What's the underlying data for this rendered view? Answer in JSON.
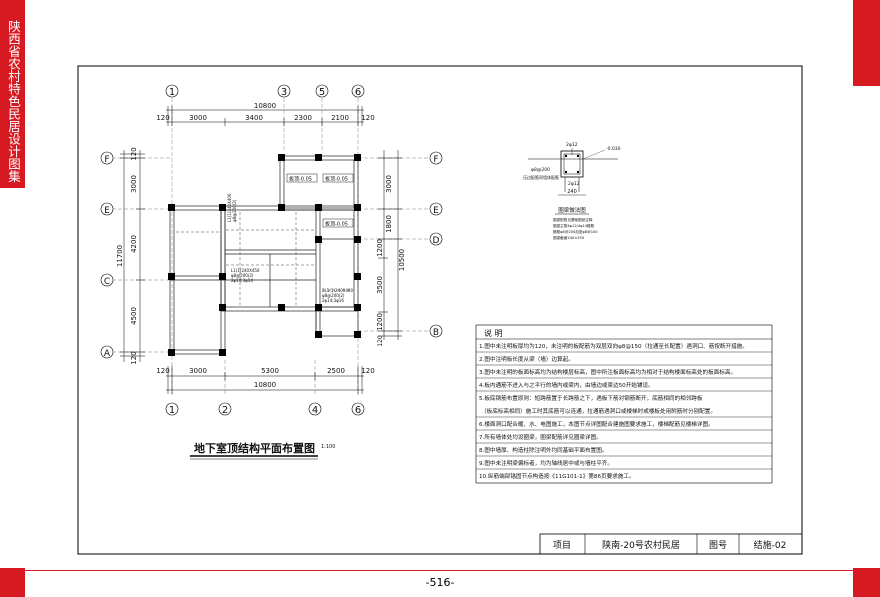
{
  "side_tab": {
    "text": "陕西省农村特色民居设计图集"
  },
  "page_number": "-516-",
  "grid": {
    "top_axes": [
      "1",
      "3",
      "5",
      "6"
    ],
    "bottom_axes": [
      "1",
      "2",
      "4",
      "6"
    ],
    "left_axes": [
      "F",
      "E",
      "C",
      "A"
    ],
    "right_axes": [
      "F",
      "E",
      "D",
      "B"
    ],
    "top_total": "10800",
    "top_dims": [
      "120",
      "3000",
      "3400",
      "2300",
      "2100",
      "120"
    ],
    "bottom_total": "10800",
    "bottom_dims": [
      "120",
      "3000",
      "5300",
      "2500",
      "120"
    ],
    "left_total": "11700",
    "left_dims": [
      "120",
      "3000",
      "4200",
      "4500",
      "120"
    ],
    "right_total": "10500",
    "right_dims": [
      "3000",
      "1800",
      "1200",
      "3500",
      "1200",
      "120"
    ]
  },
  "plan": {
    "title": "地下室顶结构平面布置图",
    "scale": "1:100",
    "slab_labels": [
      "板顶-0.05",
      "板顶-0.05",
      "板顶-0.05"
    ],
    "beam_note_1": [
      "L1(1)240X400",
      "φ8@200(2)",
      "2φ12;2φ14",
      "N2φ12"
    ],
    "beam_note_2": [
      "L1(1)240X450",
      "φ8@200(2)",
      "2φ14;3φ14"
    ],
    "beam_note_3": [
      "2L1(1)240X400",
      "φ8@200(2)",
      "2φ14;3φ16"
    ]
  },
  "detail": {
    "top_bar": "2φ12",
    "bottom_bar": "2φ12",
    "stirrup": "φ8@200",
    "level": "-0.030",
    "width": "240",
    "side_note": "压边配筋同墙体配筋",
    "title": "圈梁做法图",
    "notes": [
      "圈梁配筋见基础图纸注释",
      "圈梁主筋4φ12/4φ14箍筋",
      "箍筋φ8@200加密φ8@100",
      "圈梁截面240×250"
    ]
  },
  "notes": {
    "header": "说 明",
    "items": [
      "1.图中未注明板厚均为120，未注明的板配筋为双层双向φ8@150（拉通至长配置）遇洞口、筋按断开措施。",
      "2.图中注明板长度从梁（墙）边算起。",
      "3.图中未注明的板面标高均为结构楼层标高，图中所注板面标高均为相对于结构楼面标高处的板面标高。",
      "4.板内通筋不进入与之平行的墙内或梁内，由墙边或梁边50开始铺设。",
      "5.板底钢筋布置原则：短跨筋置于长跨筋之下，遇板下筋对钢筋断开，底筋相同的相邻跨板",
      "（板底标高相同）施工时其底筋可以连通，拉通筋遇洞口或楼梯时或楼板处用附筋时分别配置。",
      "6.楼面洞口配合暖、水、电图施工，本图节点详图配合建施图要求施工，楼梯配筋见楼梯详图。",
      "7.所有墙体处均设圈梁，圈梁配筋详见圈梁详图。",
      "8.图中墙厚、构造柱除注明外均同基础平面布置图。",
      "9.图中未注明梁偏标者，均为轴线居中或与墙柱平齐。",
      "10.纵筋端部锚固节点构造按《11G101-1》第86页要求施工。"
    ]
  },
  "title_block": {
    "project_label": "项目",
    "project_value": "陕南-20号农村民居",
    "drawing_label": "图号",
    "drawing_value": "结施-02"
  }
}
